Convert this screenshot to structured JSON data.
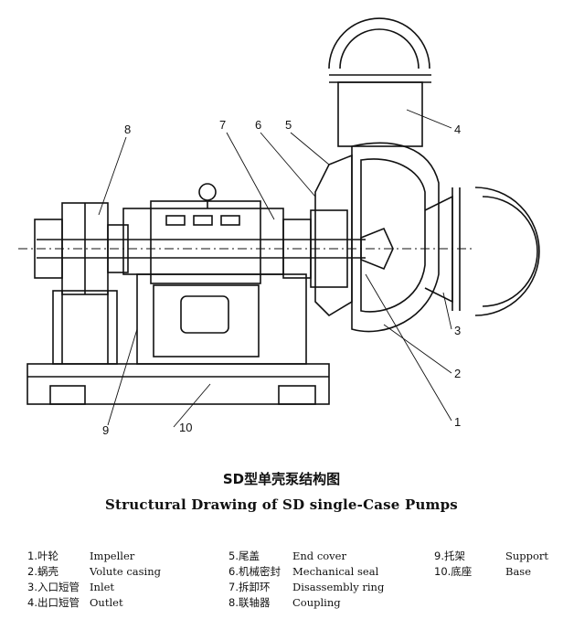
{
  "title_cn": "SD型单壳泵结构图",
  "title_en": "Structural Drawing of SD single-Case Pumps",
  "callouts": [
    "1",
    "2",
    "3",
    "4",
    "5",
    "6",
    "7",
    "8",
    "9",
    "10"
  ],
  "legend": {
    "col1": [
      {
        "num": "1.叶轮",
        "en": "Impeller"
      },
      {
        "num": "2.蜗壳",
        "en": "Volute casing"
      },
      {
        "num": "3.入口短管",
        "en": "Inlet"
      },
      {
        "num": "4.出口短管",
        "en": "Outlet"
      }
    ],
    "col2": [
      {
        "num": "5.尾盖",
        "en": "End cover"
      },
      {
        "num": "6.机械密封",
        "en": "Mechanical seal"
      },
      {
        "num": "7.拆卸环",
        "en": "Disassembly ring"
      },
      {
        "num": "8.联轴器",
        "en": "Coupling"
      }
    ],
    "col3": [
      {
        "num": "9.托架",
        "en": "Support"
      },
      {
        "num": "10.底座",
        "en": "Base"
      }
    ]
  }
}
